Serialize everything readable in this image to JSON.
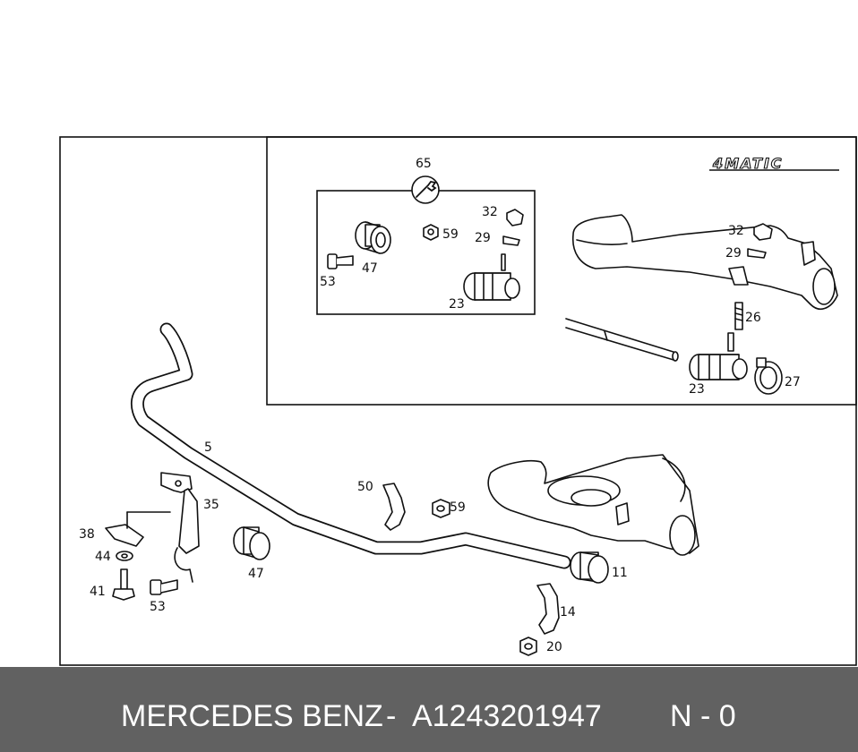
{
  "diagram": {
    "logo_text": "4MATIC",
    "labels": {
      "l65": "65",
      "l32a": "32",
      "l59a": "59",
      "l29a": "29",
      "l47a": "47",
      "l53a": "53",
      "l23a": "23",
      "l32b": "32",
      "l29b": "29",
      "l26": "26",
      "l23b": "23",
      "l27": "27",
      "l5": "5",
      "l35": "35",
      "l38": "38",
      "l44": "44",
      "l41": "41",
      "l53b": "53",
      "l47b": "47",
      "l50": "50",
      "l59b": "59",
      "l11": "11",
      "l14": "14",
      "l20": "20"
    }
  },
  "footer": {
    "brand": "MERCEDES BENZ",
    "separator": "-",
    "part_number": "A1243201947",
    "version": "N - 0"
  }
}
